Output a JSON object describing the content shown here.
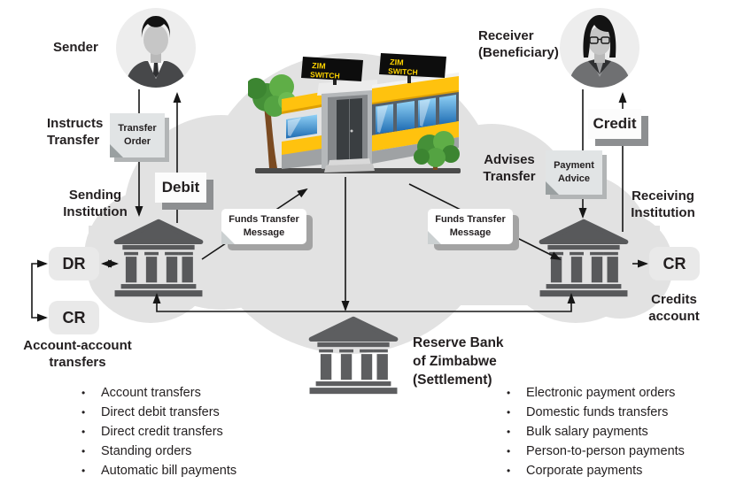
{
  "labels": {
    "sender": "Sender",
    "receiver_line1": "Receiver",
    "receiver_line2": "(Beneficiary)",
    "instructs_line1": "Instructs",
    "instructs_line2": "Transfer",
    "sending_line1": "Sending",
    "sending_line2": "Institution",
    "receiving_line1": "Receiving",
    "receiving_line2": "Institution",
    "advises_line1": "Advises",
    "advises_line2": "Transfer",
    "account_account_line1": "Account-account",
    "account_account_line2": "transfers",
    "credits_line1": "Credits",
    "credits_line2": "account",
    "reserve_line1": "Reserve Bank",
    "reserve_line2": "of Zimbabwe",
    "reserve_line3": "(Settlement)"
  },
  "boxes": {
    "debit": "Debit",
    "credit": "Credit",
    "dr": "DR",
    "cr_left": "CR",
    "cr_right": "CR"
  },
  "notes": {
    "transfer_order_line1": "Transfer",
    "transfer_order_line2": "Order",
    "payment_advice_line1": "Payment",
    "payment_advice_line2": "Advice",
    "ftm_line1": "Funds Transfer",
    "ftm_line2": "Message"
  },
  "building": {
    "sign_line1": "ZIM",
    "sign_line2": "SWITCH"
  },
  "left_list": {
    "items": [
      "Account transfers",
      "Direct debit transfers",
      "Direct credit transfers",
      "Standing orders",
      "Automatic bill payments"
    ]
  },
  "right_list": {
    "items": [
      "Electronic payment orders",
      "Domestic funds transfers",
      "Bulk salary payments",
      "Person-to-person payments",
      "Corporate payments"
    ]
  },
  "colors": {
    "cloud": "#e2e2e2",
    "bank_gray": "#58595b",
    "building_yellow": "#ffc20e",
    "sign_black": "#0d0d0d",
    "sign_text_yellow": "#ffd400",
    "text": "#231f20",
    "pill_gray": "#e9e9e9",
    "box_shadow_gray": "#8d8f91"
  }
}
